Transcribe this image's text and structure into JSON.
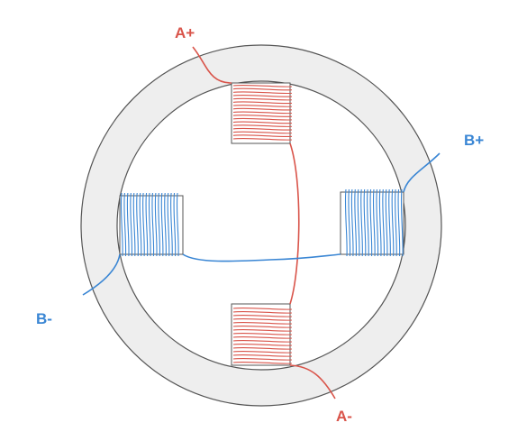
{
  "labels": {
    "a_plus": "A+",
    "a_minus": "A-",
    "b_plus": "B+",
    "b_minus": "B-"
  },
  "colors": {
    "phase_a": "#d9544a",
    "phase_b": "#3a86d4",
    "stator_fill": "#eeeeee",
    "stator_stroke": "#555555",
    "pole_fill": "#ffffff"
  },
  "windings": {
    "top_turns": 17,
    "bottom_turns": 16,
    "left_turns": 19,
    "right_turns": 19
  }
}
